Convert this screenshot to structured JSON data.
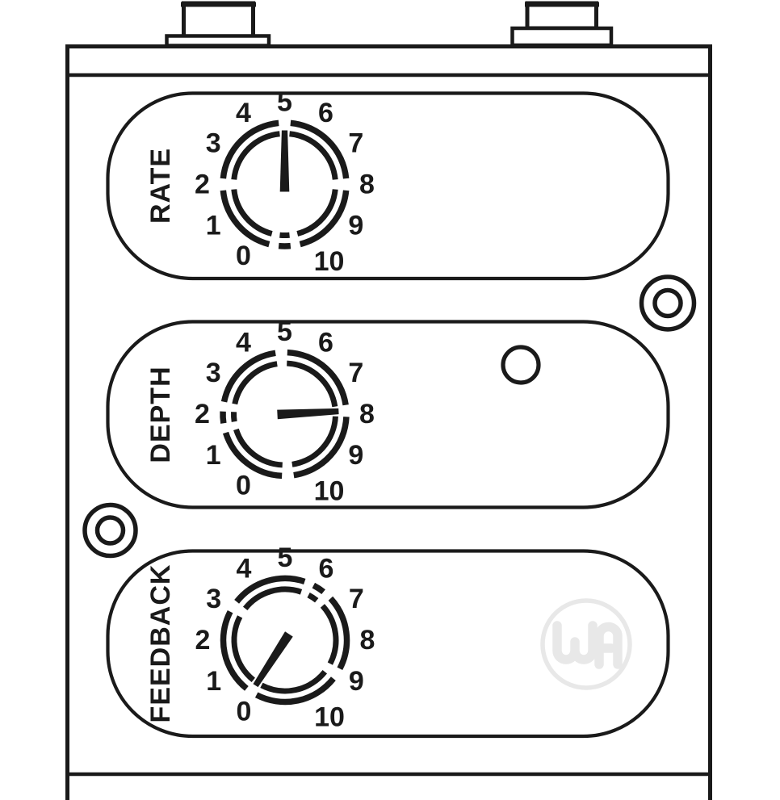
{
  "device": {
    "description_label": "",
    "brand_logo_text": "WA"
  },
  "colors": {
    "ink": "#1a1a1a",
    "background": "#ffffff",
    "logo_gray": "#e8e8e8"
  },
  "dial_scale": {
    "labels": [
      "0",
      "1",
      "2",
      "3",
      "4",
      "5",
      "6",
      "7",
      "8",
      "9",
      "10"
    ],
    "min": 0,
    "max": 10,
    "start_angle_deg": -150,
    "end_angle_deg": 150
  },
  "knobs": [
    {
      "id": "rate",
      "label": "RATE",
      "value": 5.0,
      "pointer_angle_deg": 0
    },
    {
      "id": "depth",
      "label": "DEPTH",
      "value": 7.9,
      "pointer_angle_deg": 87
    },
    {
      "id": "feedback",
      "label": "FEEDBACK",
      "value": 0.1,
      "pointer_angle_deg": -147
    }
  ],
  "logo": {
    "text": "WA"
  }
}
